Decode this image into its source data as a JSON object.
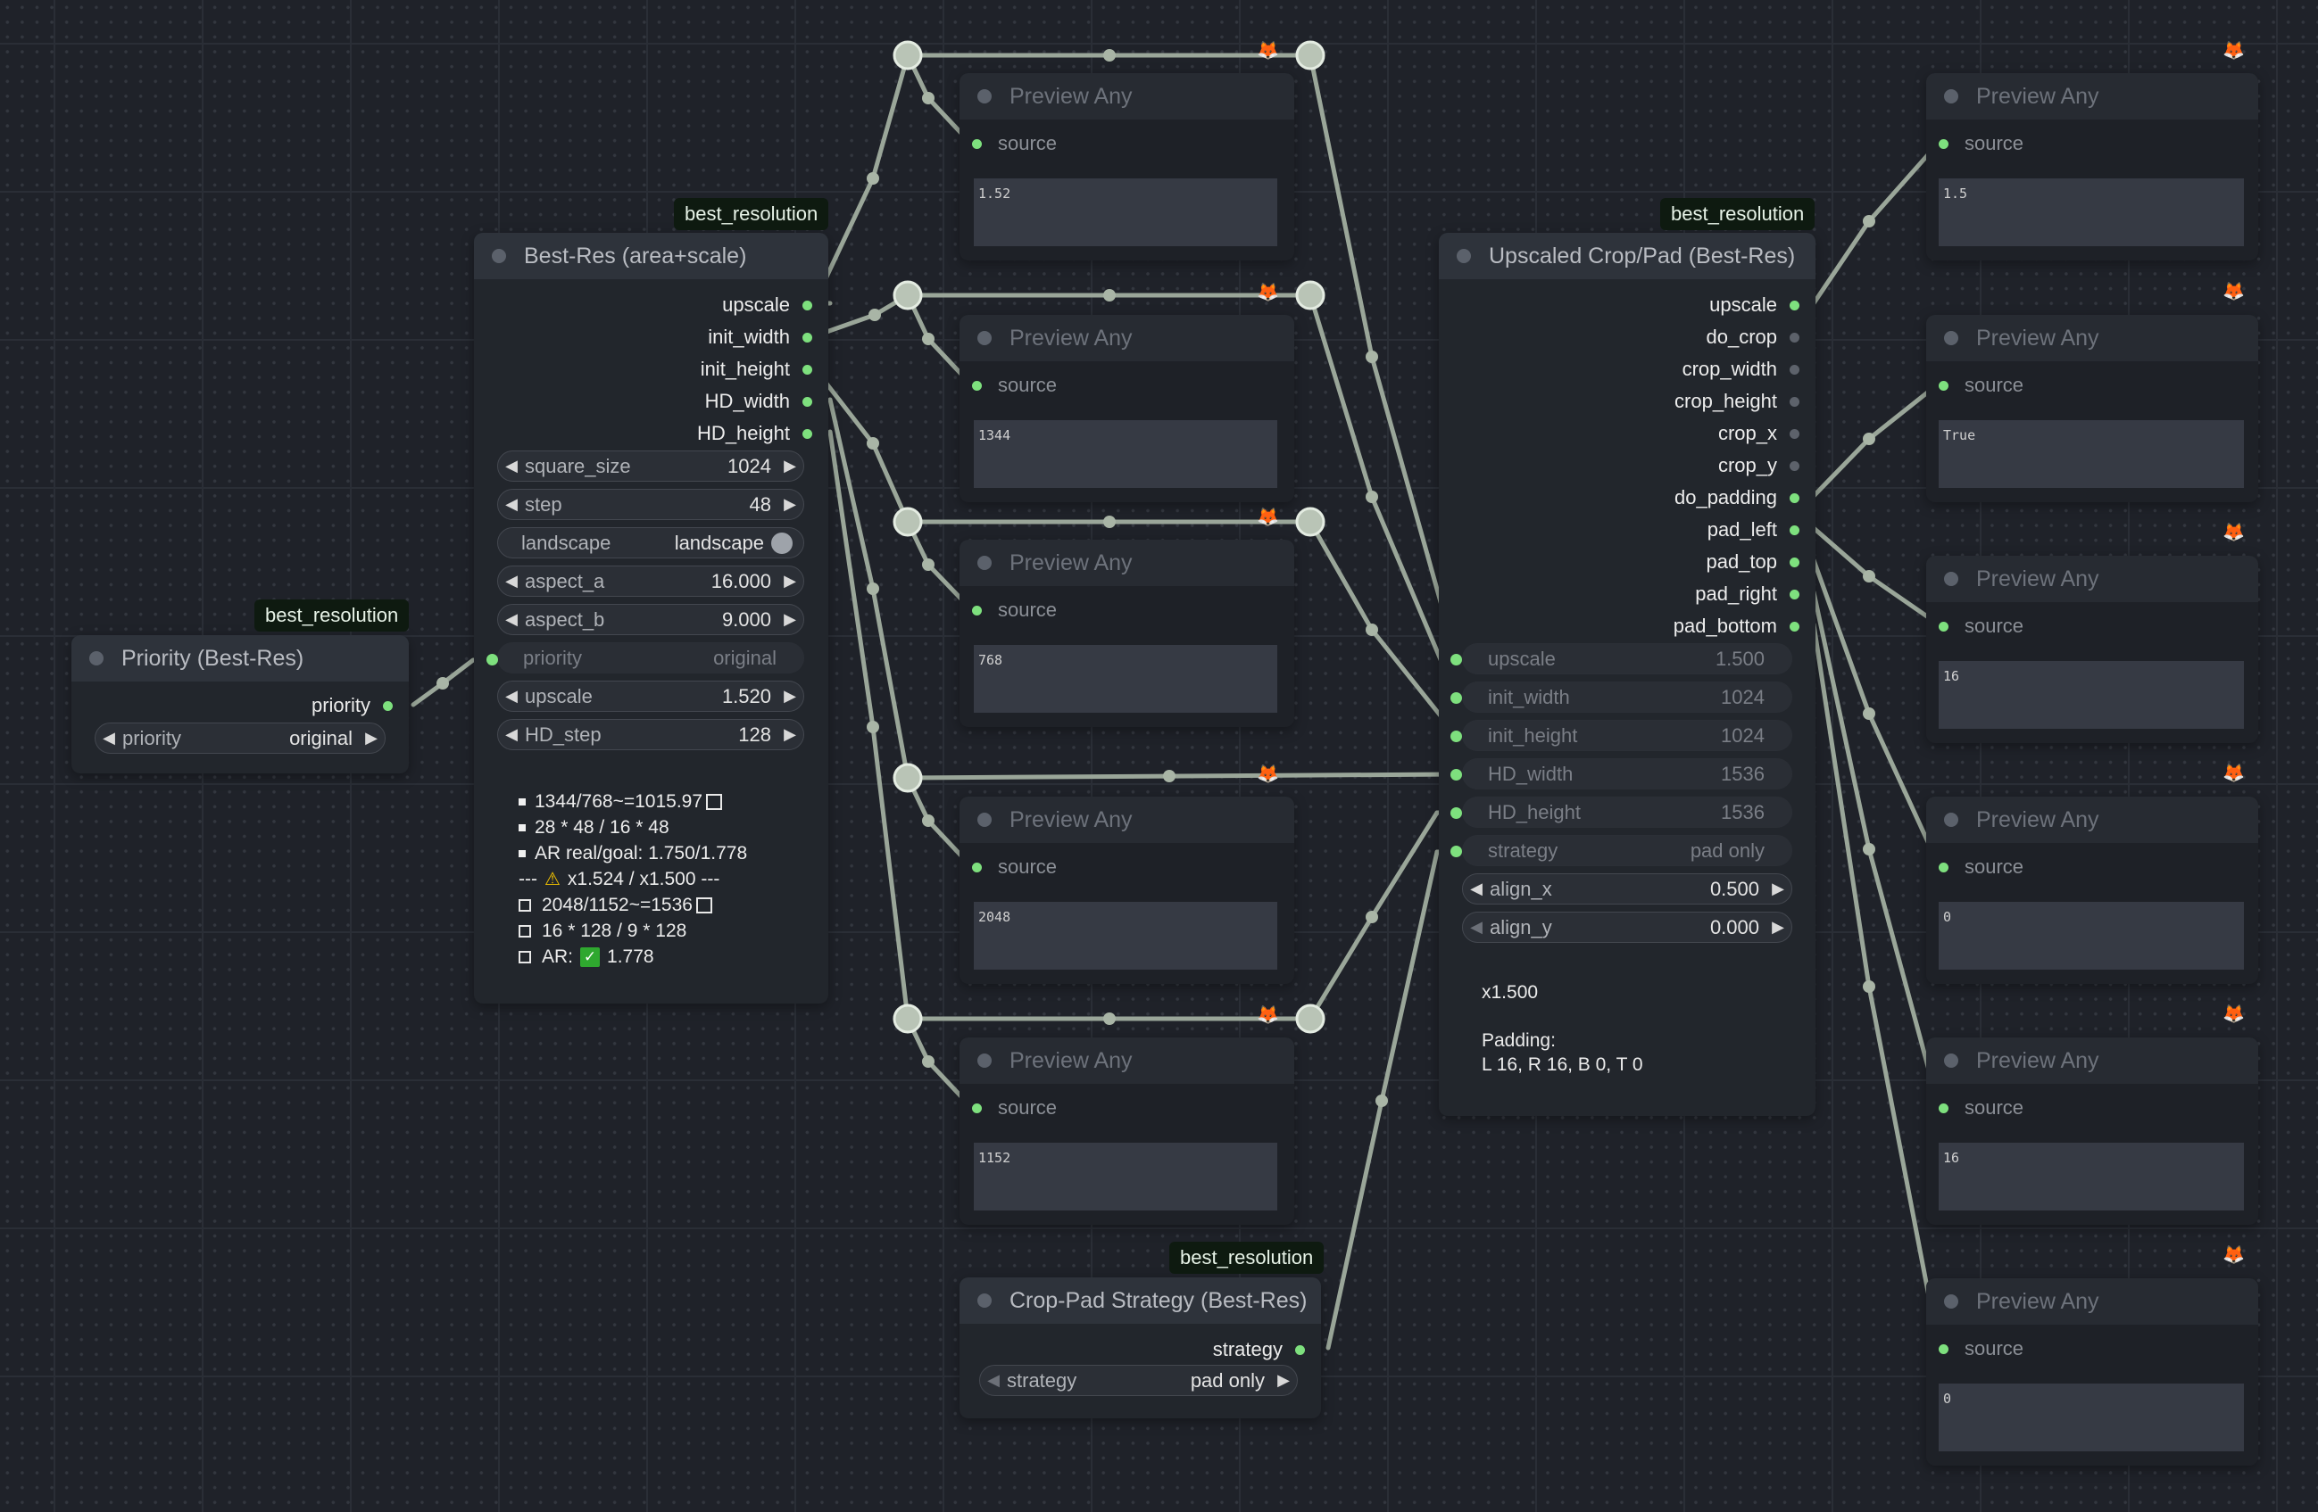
{
  "colors": {
    "canvas": "#1f2229",
    "node": "#22262c",
    "title_bar": "#2e333b",
    "link": "#9aa699",
    "slot_active": "#7ee07e",
    "badge": "#0e1a10"
  },
  "priority_node": {
    "badge": "best_resolution",
    "title": "Priority (Best-Res)",
    "output": "priority",
    "widget": {
      "label": "priority",
      "value": "original"
    }
  },
  "best_res_node": {
    "badge": "best_resolution",
    "title": "Best-Res (area+scale)",
    "outputs": [
      "upscale",
      "init_width",
      "init_height",
      "HD_width",
      "HD_height"
    ],
    "widgets": {
      "square_size": {
        "label": "square_size",
        "value": "1024"
      },
      "step": {
        "label": "step",
        "value": "48"
      },
      "landscape": {
        "label": "landscape",
        "value": "landscape"
      },
      "aspect_a": {
        "label": "aspect_a",
        "value": "16.000"
      },
      "aspect_b": {
        "label": "aspect_b",
        "value": "9.000"
      },
      "priority": {
        "label": "priority",
        "value": "original"
      },
      "upscale": {
        "label": "upscale",
        "value": "1.520"
      },
      "hd_step": {
        "label": "HD_step",
        "value": "128"
      }
    },
    "info": {
      "line1": "1344/768~=1015.97",
      "line2": "28 * 48 / 16 * 48",
      "line3": "AR real/goal: 1.750/1.778",
      "line4_pre": "---",
      "line4_post": "x1.524 / x1.500 ---",
      "line5": "2048/1152~=1536",
      "line6": "16 * 128 / 9 * 128",
      "line7_label": "AR:",
      "line7_value": "1.778"
    }
  },
  "preview_left": [
    {
      "title": "Preview Any",
      "input": "source",
      "value": "1.52"
    },
    {
      "title": "Preview Any",
      "input": "source",
      "value": "1344"
    },
    {
      "title": "Preview Any",
      "input": "source",
      "value": "768"
    },
    {
      "title": "Preview Any",
      "input": "source",
      "value": "2048"
    },
    {
      "title": "Preview Any",
      "input": "source",
      "value": "1152"
    }
  ],
  "crop_pad_strategy": {
    "badge": "best_resolution",
    "title": "Crop-Pad Strategy (Best-Res)",
    "output": "strategy",
    "widget": {
      "label": "strategy",
      "value": "pad only"
    }
  },
  "upscaled_node": {
    "badge": "best_resolution",
    "title": "Upscaled Crop/Pad (Best-Res)",
    "outputs": [
      "upscale",
      "do_crop",
      "crop_width",
      "crop_height",
      "crop_x",
      "crop_y",
      "do_padding",
      "pad_left",
      "pad_top",
      "pad_right",
      "pad_bottom"
    ],
    "linked_inputs": [
      {
        "label": "upscale",
        "value": "1.500"
      },
      {
        "label": "init_width",
        "value": "1024"
      },
      {
        "label": "init_height",
        "value": "1024"
      },
      {
        "label": "HD_width",
        "value": "1536"
      },
      {
        "label": "HD_height",
        "value": "1536"
      },
      {
        "label": "strategy",
        "value": "pad only"
      }
    ],
    "widgets": {
      "align_x": {
        "label": "align_x",
        "value": "0.500"
      },
      "align_y": {
        "label": "align_y",
        "value": "0.000"
      }
    },
    "info": {
      "scale": "x1.500",
      "padding_label": "Padding:",
      "padding_values": "L 16, R 16, B 0, T 0"
    }
  },
  "preview_right": [
    {
      "title": "Preview Any",
      "input": "source",
      "value": "1.5"
    },
    {
      "title": "Preview Any",
      "input": "source",
      "value": "True"
    },
    {
      "title": "Preview Any",
      "input": "source",
      "value": "16"
    },
    {
      "title": "Preview Any",
      "input": "source",
      "value": "0"
    },
    {
      "title": "Preview Any",
      "input": "source",
      "value": "16"
    },
    {
      "title": "Preview Any",
      "input": "source",
      "value": "0"
    }
  ]
}
